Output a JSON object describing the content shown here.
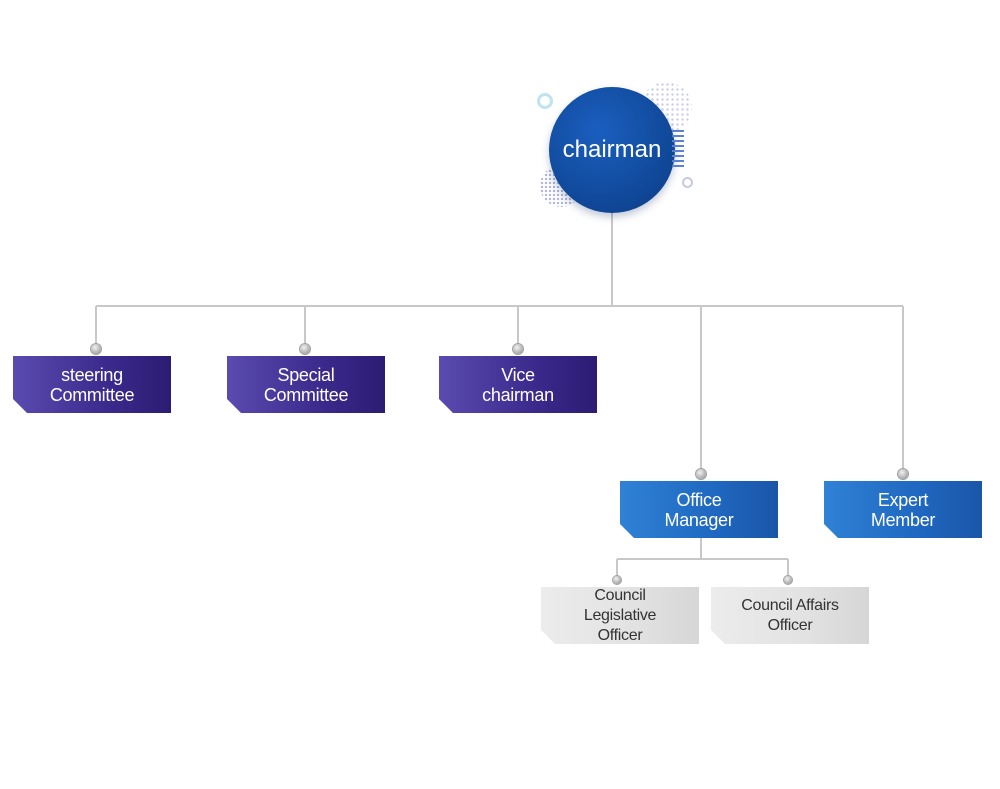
{
  "root": {
    "label": "chairman"
  },
  "level1": [
    {
      "label": "steering\nCommittee",
      "style": "purple"
    },
    {
      "label": "Special\nCommittee",
      "style": "purple"
    },
    {
      "label": "Vice\nchairman",
      "style": "purple"
    },
    {
      "label": "Office\nManager",
      "style": "blue"
    },
    {
      "label": "Expert\nMember",
      "style": "blue"
    }
  ],
  "level2": [
    {
      "label": "Council\nLegislative\nOfficer",
      "style": "gray"
    },
    {
      "label": "Council Affairs\nOfficer",
      "style": "gray"
    }
  ],
  "colors": {
    "purple": "#3b2a8c",
    "blue": "#1f67c0",
    "gray": "#e2e2e2",
    "root": "#114a9c",
    "connector": "#c8c8c8"
  }
}
